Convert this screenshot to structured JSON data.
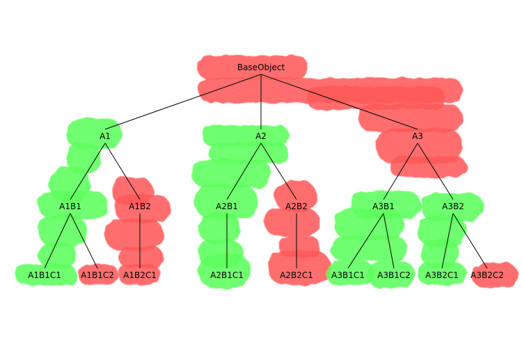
{
  "colors": {
    "red_highlight": "#ff5a5a",
    "green_highlight": "#5cff5c",
    "edge": "#000000",
    "background": "#ffffff"
  },
  "tree": {
    "root": {
      "id": "root",
      "label": "BaseObject",
      "status": "red"
    },
    "nodes": [
      {
        "id": "a1",
        "label": "A1",
        "parent": "root",
        "status": "green"
      },
      {
        "id": "a2",
        "label": "A2",
        "parent": "root",
        "status": "green"
      },
      {
        "id": "a3",
        "label": "A3",
        "parent": "root",
        "status": "red"
      },
      {
        "id": "a1b1",
        "label": "A1B1",
        "parent": "a1",
        "status": "green"
      },
      {
        "id": "a1b2",
        "label": "A1B2",
        "parent": "a1",
        "status": "red"
      },
      {
        "id": "a2b1",
        "label": "A2B1",
        "parent": "a2",
        "status": "green"
      },
      {
        "id": "a2b2",
        "label": "A2B2",
        "parent": "a2",
        "status": "red"
      },
      {
        "id": "a3b1",
        "label": "A3B1",
        "parent": "a3",
        "status": "green"
      },
      {
        "id": "a3b2",
        "label": "A3B2",
        "parent": "a3",
        "status": "green"
      },
      {
        "id": "a1b1c1",
        "label": "A1B1C1",
        "parent": "a1b1",
        "status": "green"
      },
      {
        "id": "a1b1c2",
        "label": "A1B1C2",
        "parent": "a1b1",
        "status": "red"
      },
      {
        "id": "a1b2c1",
        "label": "A1B2C1",
        "parent": "a1b2",
        "status": "red"
      },
      {
        "id": "a2b1c1",
        "label": "A2B1C1",
        "parent": "a2b1",
        "status": "green"
      },
      {
        "id": "a2b2c1",
        "label": "A2B2C1",
        "parent": "a2b2",
        "status": "red"
      },
      {
        "id": "a3b1c1",
        "label": "A3B1C1",
        "parent": "a3b1",
        "status": "green"
      },
      {
        "id": "a3b1c2",
        "label": "A3B1C2",
        "parent": "a3b1",
        "status": "green"
      },
      {
        "id": "a3b2c1",
        "label": "A3B2C1",
        "parent": "a3b2",
        "status": "green"
      },
      {
        "id": "a3b2c2",
        "label": "A3B2C2",
        "parent": "a3b2",
        "status": "red"
      }
    ]
  }
}
